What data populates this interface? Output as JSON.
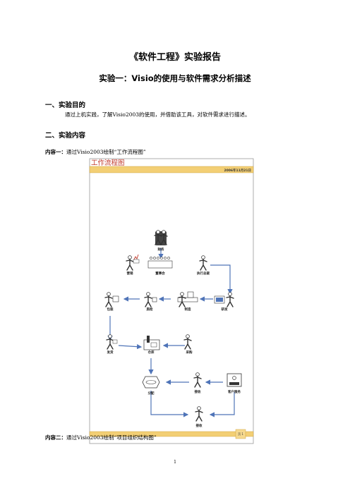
{
  "doc": {
    "title": "《软件工程》实验报告",
    "subtitle": "实验一：Visio的使用与软件需求分析描述",
    "section1": {
      "heading": "一、实验目的",
      "text": "通过上机实践，了解Visio2003的使用，并借助该工具，对软件需求进行描述。"
    },
    "section2": {
      "heading": "二、实验内容"
    },
    "content1": {
      "label": "内容一：",
      "text": "通过Visio2003绘制“工作流程图”"
    },
    "content2": {
      "label": "内容二：",
      "text": "通过Visio2003绘制“项目组织结构图”"
    },
    "page_number": "1"
  },
  "diagram": {
    "title": "工作流程图",
    "date": "2006年11月21日",
    "page_label": "页 1",
    "colors": {
      "banner": "#f3cf75",
      "title_red": "#c0392b",
      "arrow": "#4f74b8",
      "frame": "#9a9a9a"
    },
    "nodes": {
      "finance": "财务",
      "sales": "营销",
      "board": "董事会",
      "executive": "执行总裁",
      "packing": "包装",
      "quality": "质检",
      "manufacture": "制造",
      "rnd": "研发",
      "ship": "发货",
      "warehouse": "仓库",
      "purchase": "采购",
      "distribute": "分配",
      "receive1": "接收",
      "customer_service": "客户服务",
      "receive2": "接收"
    }
  }
}
